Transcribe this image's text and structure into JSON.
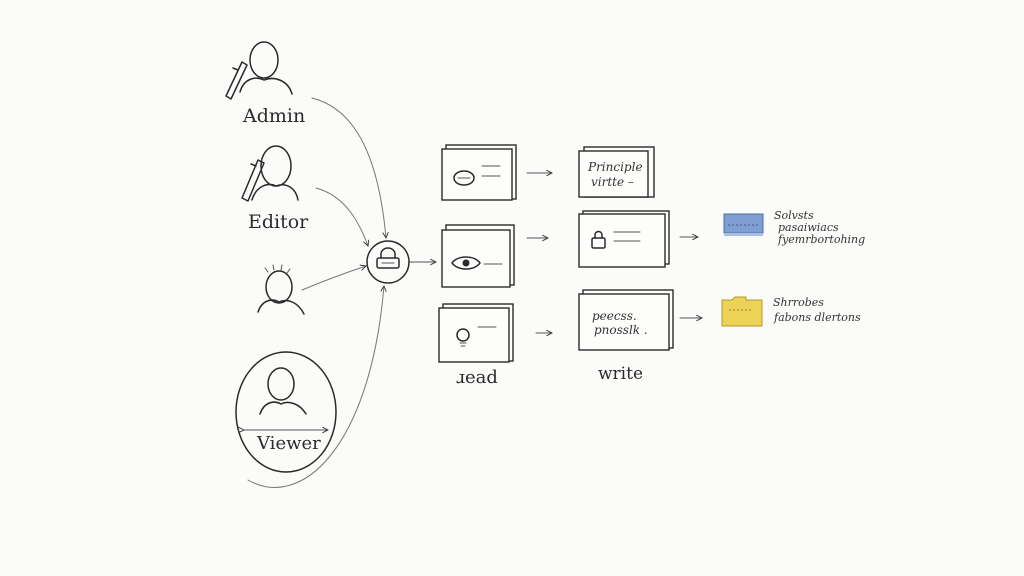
{
  "roles": {
    "admin": "Admin",
    "editor": "Editor",
    "viewer": "Viewer"
  },
  "columns": {
    "read": "ɹead",
    "write": "write"
  },
  "docs": {
    "write_top_line1": "Principle",
    "write_top_line2": "virtte –",
    "write_bottom_line1": "peecss.",
    "write_bottom_line2": "pnosslk ."
  },
  "notes": {
    "blue_line1": "Solvsts",
    "blue_line2": "pasaiwiacs",
    "blue_line3": "fyemrbortohing",
    "yellow_line1": "Shrrobes",
    "yellow_line2": "fabons dlertons"
  },
  "colors": {
    "ink": "#2a2a2a",
    "background": "#fbfbfa",
    "blue_note": "#7f9ed1",
    "yellow_note": "#ecd257"
  },
  "icons": [
    "person-icon",
    "pen-icon",
    "lock-icon",
    "eye-icon",
    "bulb-icon",
    "folder-icon",
    "card-icon"
  ]
}
